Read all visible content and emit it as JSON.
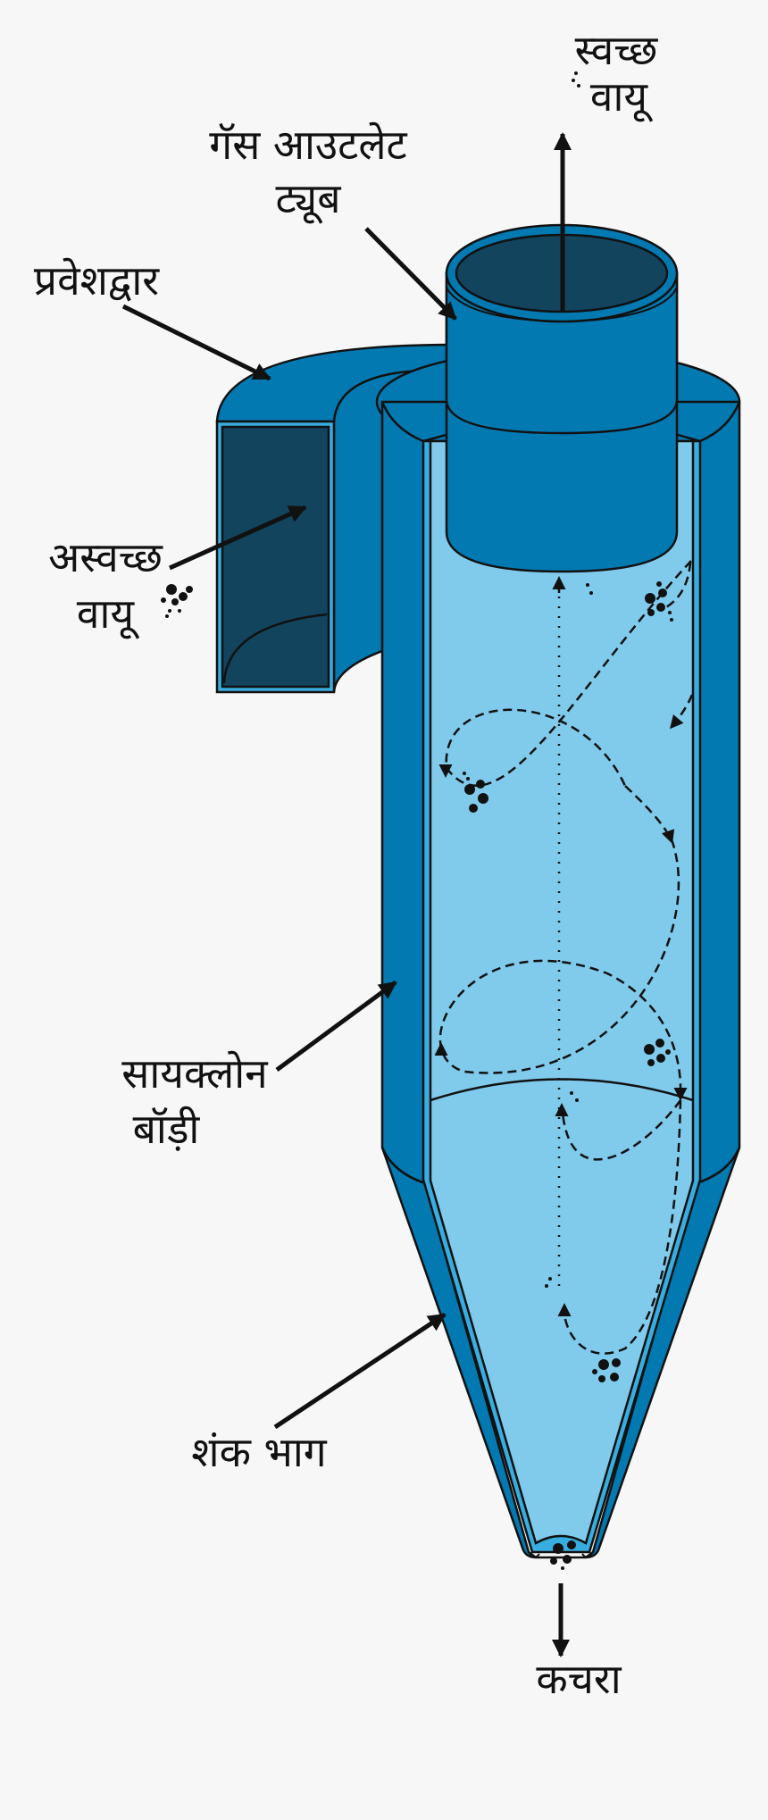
{
  "labels": {
    "clean_air_1": "स्वच्छ",
    "clean_air_2": "वायू",
    "gas_outlet_1": "गॅस आउटलेट",
    "gas_outlet_2": "ट्यूब",
    "inlet": "प्रवेशद्वार",
    "dirty_air_1": "अस्वच्छ",
    "dirty_air_2": "वायू",
    "cyclone_body_1": "सायक्लोन",
    "cyclone_body_2": "बॉड़ी",
    "cone_section": "शंक भाग",
    "waste": "कचरा"
  },
  "colors": {
    "background": "#f7f7f7",
    "body_blue": "#0279b1",
    "inner_light_blue": "#80caeb",
    "dark_navy": "#12445e",
    "trim_light": "#38aee0",
    "ink": "#111111"
  },
  "icons": [
    "dust-particle-icon",
    "flow-arrow-icon"
  ]
}
